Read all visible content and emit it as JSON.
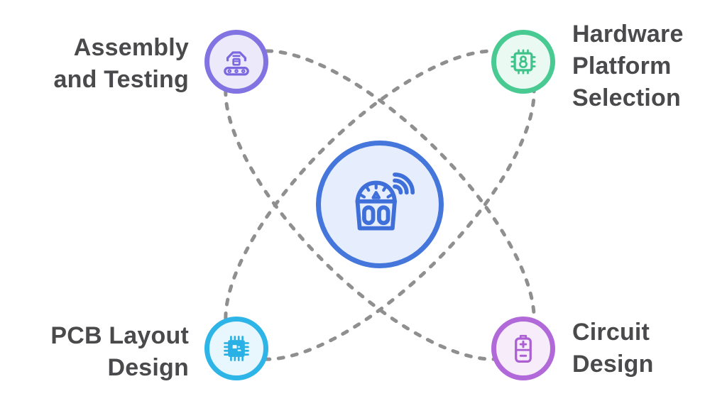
{
  "diagram": {
    "name": "hardware-product-design-cycle",
    "orbit": {
      "color": "#8f8f8f",
      "style": "dashed"
    },
    "text_color": "#4a4a4c",
    "center_node": {
      "icon": "smart-scale-wifi-icon",
      "ring_color": "#4476db",
      "fill_color": "#e6edfc",
      "icon_color": "#3f6fd8"
    },
    "nodes": [
      {
        "id": "assembly-and-testing",
        "label": "Assembly and Testing",
        "lines": [
          "Assembly",
          "and Testing"
        ],
        "icon": "robotic-assembly-icon",
        "position": "top-left",
        "ring_color": "#8273e2",
        "fill_color": "#ece9fb",
        "icon_color": "#7b68e0"
      },
      {
        "id": "hardware-platform-selection",
        "label": "Hardware Platform Selection",
        "lines": [
          "Hardware",
          "Platform",
          "Selection"
        ],
        "icon": "chip-lock-icon",
        "position": "top-right",
        "ring_color": "#4aca93",
        "fill_color": "#eafaf2",
        "icon_color": "#3ec38b"
      },
      {
        "id": "pcb-layout-design",
        "label": "PCB Layout Design",
        "lines": [
          "PCB Layout",
          "Design"
        ],
        "icon": "pcb-chip-icon",
        "position": "bottom-left",
        "ring_color": "#2db5e8",
        "fill_color": "#e8f7fd",
        "icon_color": "#29b1e5"
      },
      {
        "id": "circuit-design",
        "label": "Circuit Design",
        "lines": [
          "Circuit",
          "Design"
        ],
        "icon": "battery-icon",
        "position": "bottom-right",
        "ring_color": "#b168d8",
        "fill_color": "#f6ecfa",
        "icon_color": "#ac5ed3"
      }
    ]
  }
}
